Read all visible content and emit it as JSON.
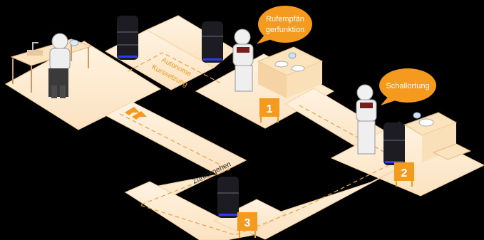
{
  "diagram": {
    "path_label_1": "Autonome",
    "path_label_2": "Kurssetzung",
    "return_label": "Zurückgehen",
    "bubble_1": {
      "line1": "Rufempfän",
      "line2": "gerfunktion"
    },
    "bubble_2": {
      "text": "Schallortung"
    },
    "markers": [
      "1",
      "2",
      "3"
    ]
  },
  "colors": {
    "background": "#000000",
    "floor": "#fdebd0",
    "floor_edge": "#f2cfa0",
    "accent": "#f39a1f",
    "path_dash": "#e8a24a",
    "table": "#fbe3bd",
    "robot_dark": "#1c1c22",
    "robot_stripe": "#2b3cff"
  }
}
